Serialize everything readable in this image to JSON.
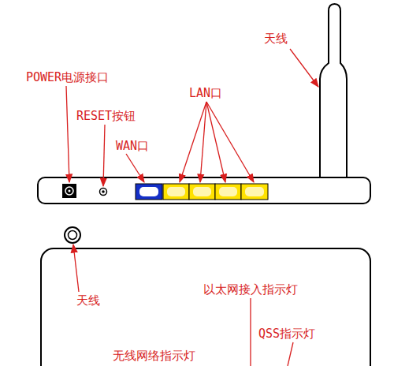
{
  "diagram": {
    "labels": [
      "天线",
      "POWER电源接口",
      "RESET按钮",
      "WAN口",
      "LAN口",
      "天线",
      "以太网接入指示灯",
      "QSS指示灯",
      "无线网络指示灯"
    ]
  }
}
